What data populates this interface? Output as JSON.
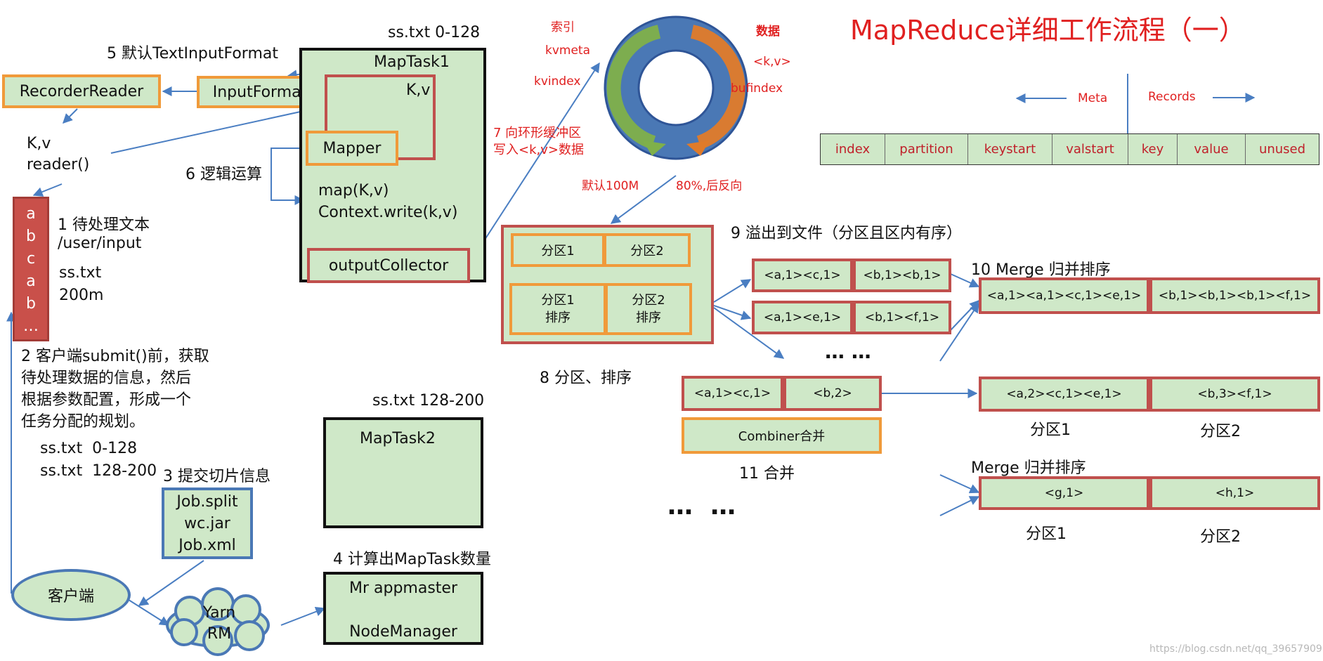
{
  "title": "MapReduce详细工作流程（一）",
  "input_file": {
    "chars": [
      "a",
      "b",
      "c",
      "a",
      "b",
      "…"
    ],
    "label_1": "1 待处理文本",
    "label_path": "/user/input",
    "file_name": "ss.txt",
    "file_size": "200m"
  },
  "step2": {
    "text": "2 客户端submit()前，获取\n待处理数据的信息，然后\n根据参数配置，形成一个\n任务分配的规划。",
    "split_1": "ss.txt  0-128",
    "split_2": "ss.txt  128-200"
  },
  "step3": {
    "label": "3 提交切片信息",
    "files": "Job.split\nwc.jar\nJob.xml"
  },
  "client": "客户端",
  "yarn": "Yarn\nRM",
  "step4": {
    "label": "4 计算出MapTask数量",
    "box": "Mr appmaster\n\nNodeManager"
  },
  "maptask2": {
    "range": "ss.txt 128-200",
    "name": "MapTask2"
  },
  "step5": {
    "label": "5 默认TextInputFormat",
    "recorder_reader": "RecorderReader",
    "input_format": "InputFormat",
    "kv_reader": "K,v\nreader()"
  },
  "maptask1": {
    "range": "ss.txt 0-128",
    "name": "MapTask1",
    "kv": "K,v",
    "mapper": "Mapper",
    "map_code": "map(K,v)\nContext.write(k,v)",
    "output_collector": "outputCollector"
  },
  "step6": "6 逻辑运算",
  "step7": "7 向环形缓冲区\n写入<k,v>数据",
  "ring": {
    "index_label": "索引",
    "kvmeta": "kvmeta",
    "kvindex": "kvindex",
    "data_label": "数据",
    "kv": "<k,v>",
    "bufindex": "bufindex",
    "default_size": "默认100M",
    "reverse": "80%,后反向"
  },
  "meta_records": {
    "meta": "Meta",
    "records": "Records",
    "cells": [
      "index",
      "partition",
      "keystart",
      "valstart",
      "key",
      "value",
      "unused"
    ]
  },
  "step8": {
    "label": "8 分区、排序",
    "p1": "分区1",
    "p2": "分区2",
    "p1_sort": "分区1\n排序",
    "p2_sort": "分区2\n排序"
  },
  "step9": {
    "label": "9 溢出到文件（分区且区内有序）",
    "row1": [
      "<a,1><c,1>",
      "<b,1><b,1>"
    ],
    "row2": [
      "<a,1><e,1>",
      "<b,1><f,1>"
    ],
    "ellipsis": "… …"
  },
  "step10": {
    "label": "10 Merge 归并排序",
    "row": [
      "<a,1><a,1><c,1><e,1>",
      "<b,1><b,1><b,1><f,1>"
    ]
  },
  "combine": {
    "row": [
      "<a,1><c,1>",
      "<b,2>"
    ],
    "combiner": "Combiner合并",
    "label": "11 合并",
    "result": [
      "<a,2><c,1><e,1>",
      "<b,3><f,1>"
    ],
    "p1": "分区1",
    "p2": "分区2"
  },
  "merge2": {
    "label": "Merge 归并排序",
    "row": [
      "<g,1>",
      "<h,1>"
    ],
    "p1": "分区1",
    "p2": "分区2"
  },
  "dots": "…  …",
  "watermark": "https://blog.csdn.net/qq_39657909"
}
